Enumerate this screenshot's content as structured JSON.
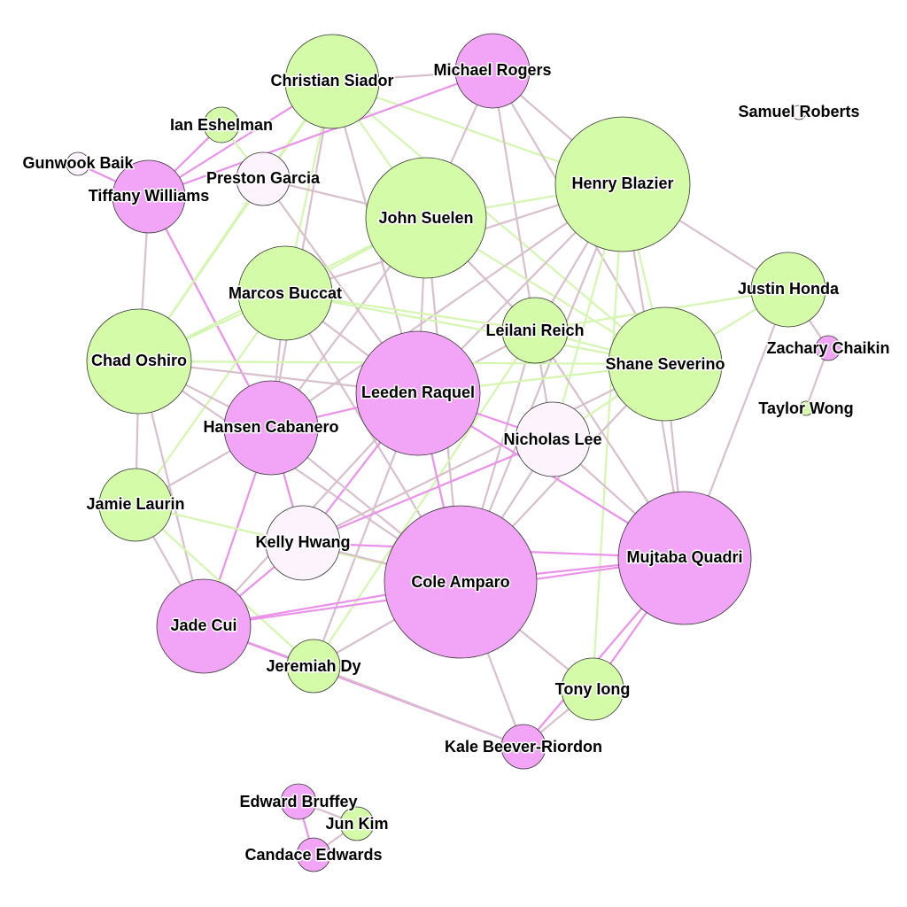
{
  "colors": {
    "pink": "#f2a5f7",
    "green": "#d4fba8",
    "white": "#fdf3fd",
    "edge_mauve": "#d8bfcc",
    "edge_pink": "#ea91ea",
    "edge_green": "#d4f6b0"
  },
  "nodes": [
    {
      "id": "christian",
      "label": "Christian Siador",
      "color": "green"
    },
    {
      "id": "michael",
      "label": "Michael Rogers",
      "color": "pink"
    },
    {
      "id": "samuel",
      "label": "Samuel Roberts",
      "color": "white"
    },
    {
      "id": "ian",
      "label": "Ian Eshelman",
      "color": "green"
    },
    {
      "id": "gunwook",
      "label": "Gunwook Baik",
      "color": "white"
    },
    {
      "id": "preston",
      "label": "Preston Garcia",
      "color": "white"
    },
    {
      "id": "tiffany",
      "label": "Tiffany Williams",
      "color": "pink"
    },
    {
      "id": "john",
      "label": "John Suelen",
      "color": "green"
    },
    {
      "id": "henry",
      "label": "Henry Blazier",
      "color": "green"
    },
    {
      "id": "marcos",
      "label": "Marcos Buccat",
      "color": "green"
    },
    {
      "id": "justin",
      "label": "Justin Honda",
      "color": "green"
    },
    {
      "id": "leilani",
      "label": "Leilani Reich",
      "color": "green"
    },
    {
      "id": "chad",
      "label": "Chad Oshiro",
      "color": "green"
    },
    {
      "id": "zachary",
      "label": "Zachary Chaikin",
      "color": "pink"
    },
    {
      "id": "shane",
      "label": "Shane Severino",
      "color": "green"
    },
    {
      "id": "leeden",
      "label": "Leeden Raquel",
      "color": "pink"
    },
    {
      "id": "taylor",
      "label": "Taylor Wong",
      "color": "green"
    },
    {
      "id": "hansen",
      "label": "Hansen Cabanero",
      "color": "pink"
    },
    {
      "id": "nicholas",
      "label": "Nicholas Lee",
      "color": "white"
    },
    {
      "id": "jamie",
      "label": "Jamie Laurin",
      "color": "green"
    },
    {
      "id": "kelly",
      "label": "Kelly Hwang",
      "color": "white"
    },
    {
      "id": "mujtaba",
      "label": "Mujtaba Quadri",
      "color": "pink"
    },
    {
      "id": "cole",
      "label": "Cole Amparo",
      "color": "pink"
    },
    {
      "id": "jade",
      "label": "Jade Cui",
      "color": "pink"
    },
    {
      "id": "jeremiah",
      "label": "Jeremiah Dy",
      "color": "green"
    },
    {
      "id": "tony",
      "label": "Tony Iong",
      "color": "green"
    },
    {
      "id": "kale",
      "label": "Kale Beever-Riordon",
      "color": "pink"
    },
    {
      "id": "edward",
      "label": "Edward Bruffey",
      "color": "pink"
    },
    {
      "id": "junkim",
      "label": "Jun Kim",
      "color": "green"
    },
    {
      "id": "candace",
      "label": "Candace Edwards",
      "color": "pink"
    }
  ],
  "edges": [
    {
      "from": "christian",
      "to": "michael",
      "color": "edge_mauve"
    },
    {
      "from": "christian",
      "to": "john",
      "color": "edge_green"
    },
    {
      "from": "christian",
      "to": "henry",
      "color": "edge_green"
    },
    {
      "from": "christian",
      "to": "marcos",
      "color": "edge_green"
    },
    {
      "from": "christian",
      "to": "leeden",
      "color": "edge_mauve"
    },
    {
      "from": "christian",
      "to": "tiffany",
      "color": "edge_pink"
    },
    {
      "from": "christian",
      "to": "preston",
      "color": "edge_green"
    },
    {
      "from": "christian",
      "to": "chad",
      "color": "edge_green"
    },
    {
      "from": "christian",
      "to": "shane",
      "color": "edge_green"
    },
    {
      "from": "christian",
      "to": "hansen",
      "color": "edge_mauve"
    },
    {
      "from": "michael",
      "to": "tiffany",
      "color": "edge_pink"
    },
    {
      "from": "michael",
      "to": "henry",
      "color": "edge_mauve"
    },
    {
      "from": "michael",
      "to": "john",
      "color": "edge_mauve"
    },
    {
      "from": "michael",
      "to": "shane",
      "color": "edge_mauve"
    },
    {
      "from": "michael",
      "to": "leilani",
      "color": "edge_mauve"
    },
    {
      "from": "ian",
      "to": "preston",
      "color": "edge_green"
    },
    {
      "from": "ian",
      "to": "tiffany",
      "color": "edge_pink"
    },
    {
      "from": "gunwook",
      "to": "tiffany",
      "color": "edge_pink"
    },
    {
      "from": "tiffany",
      "to": "chad",
      "color": "edge_mauve"
    },
    {
      "from": "tiffany",
      "to": "hansen",
      "color": "edge_pink"
    },
    {
      "from": "preston",
      "to": "john",
      "color": "edge_mauve"
    },
    {
      "from": "preston",
      "to": "chad",
      "color": "edge_green"
    },
    {
      "from": "preston",
      "to": "leeden",
      "color": "edge_mauve"
    },
    {
      "from": "john",
      "to": "henry",
      "color": "edge_green"
    },
    {
      "from": "john",
      "to": "marcos",
      "color": "edge_green"
    },
    {
      "from": "john",
      "to": "chad",
      "color": "edge_green"
    },
    {
      "from": "john",
      "to": "leeden",
      "color": "edge_mauve"
    },
    {
      "from": "john",
      "to": "shane",
      "color": "edge_green"
    },
    {
      "from": "john",
      "to": "leilani",
      "color": "edge_mauve"
    },
    {
      "from": "john",
      "to": "hansen",
      "color": "edge_mauve"
    },
    {
      "from": "john",
      "to": "cole",
      "color": "edge_mauve"
    },
    {
      "from": "henry",
      "to": "justin",
      "color": "edge_mauve"
    },
    {
      "from": "henry",
      "to": "shane",
      "color": "edge_green"
    },
    {
      "from": "henry",
      "to": "leilani",
      "color": "edge_mauve"
    },
    {
      "from": "henry",
      "to": "leeden",
      "color": "edge_mauve"
    },
    {
      "from": "henry",
      "to": "nicholas",
      "color": "edge_green"
    },
    {
      "from": "henry",
      "to": "cole",
      "color": "edge_mauve"
    },
    {
      "from": "henry",
      "to": "mujtaba",
      "color": "edge_mauve"
    },
    {
      "from": "henry",
      "to": "tony",
      "color": "edge_green"
    },
    {
      "from": "henry",
      "to": "marcos",
      "color": "edge_mauve"
    },
    {
      "from": "henry",
      "to": "hansen",
      "color": "edge_mauve"
    },
    {
      "from": "marcos",
      "to": "chad",
      "color": "edge_green"
    },
    {
      "from": "marcos",
      "to": "leilani",
      "color": "edge_green"
    },
    {
      "from": "marcos",
      "to": "leeden",
      "color": "edge_mauve"
    },
    {
      "from": "marcos",
      "to": "hansen",
      "color": "edge_mauve"
    },
    {
      "from": "marcos",
      "to": "jamie",
      "color": "edge_green"
    },
    {
      "from": "marcos",
      "to": "cole",
      "color": "edge_mauve"
    },
    {
      "from": "marcos",
      "to": "shane",
      "color": "edge_green"
    },
    {
      "from": "justin",
      "to": "shane",
      "color": "edge_green"
    },
    {
      "from": "justin",
      "to": "zachary",
      "color": "edge_mauve"
    },
    {
      "from": "justin",
      "to": "leilani",
      "color": "edge_green"
    },
    {
      "from": "justin",
      "to": "mujtaba",
      "color": "edge_mauve"
    },
    {
      "from": "zachary",
      "to": "taylor",
      "color": "edge_mauve"
    },
    {
      "from": "leilani",
      "to": "shane",
      "color": "edge_green"
    },
    {
      "from": "leilani",
      "to": "leeden",
      "color": "edge_mauve"
    },
    {
      "from": "leilani",
      "to": "nicholas",
      "color": "edge_mauve"
    },
    {
      "from": "leilani",
      "to": "cole",
      "color": "edge_mauve"
    },
    {
      "from": "leilani",
      "to": "jeremiah",
      "color": "edge_green"
    },
    {
      "from": "leilani",
      "to": "mujtaba",
      "color": "edge_mauve"
    },
    {
      "from": "chad",
      "to": "leeden",
      "color": "edge_mauve"
    },
    {
      "from": "chad",
      "to": "shane",
      "color": "edge_green"
    },
    {
      "from": "chad",
      "to": "hansen",
      "color": "edge_mauve"
    },
    {
      "from": "chad",
      "to": "jamie",
      "color": "edge_mauve"
    },
    {
      "from": "chad",
      "to": "jade",
      "color": "edge_mauve"
    },
    {
      "from": "chad",
      "to": "cole",
      "color": "edge_mauve"
    },
    {
      "from": "shane",
      "to": "leeden",
      "color": "edge_green"
    },
    {
      "from": "shane",
      "to": "nicholas",
      "color": "edge_green"
    },
    {
      "from": "shane",
      "to": "mujtaba",
      "color": "edge_mauve"
    },
    {
      "from": "shane",
      "to": "cole",
      "color": "edge_mauve"
    },
    {
      "from": "shane",
      "to": "kelly",
      "color": "edge_mauve"
    },
    {
      "from": "leeden",
      "to": "hansen",
      "color": "edge_pink"
    },
    {
      "from": "leeden",
      "to": "nicholas",
      "color": "edge_pink"
    },
    {
      "from": "leeden",
      "to": "cole",
      "color": "edge_pink"
    },
    {
      "from": "leeden",
      "to": "mujtaba",
      "color": "edge_pink"
    },
    {
      "from": "leeden",
      "to": "kelly",
      "color": "edge_pink"
    },
    {
      "from": "leeden",
      "to": "jade",
      "color": "edge_mauve"
    },
    {
      "from": "leeden",
      "to": "jeremiah",
      "color": "edge_mauve"
    },
    {
      "from": "hansen",
      "to": "kelly",
      "color": "edge_pink"
    },
    {
      "from": "hansen",
      "to": "jade",
      "color": "edge_pink"
    },
    {
      "from": "hansen",
      "to": "cole",
      "color": "edge_mauve"
    },
    {
      "from": "hansen",
      "to": "jamie",
      "color": "edge_mauve"
    },
    {
      "from": "nicholas",
      "to": "cole",
      "color": "edge_mauve"
    },
    {
      "from": "nicholas",
      "to": "mujtaba",
      "color": "edge_mauve"
    },
    {
      "from": "nicholas",
      "to": "kelly",
      "color": "edge_pink"
    },
    {
      "from": "jamie",
      "to": "cole",
      "color": "edge_green"
    },
    {
      "from": "jamie",
      "to": "jade",
      "color": "edge_mauve"
    },
    {
      "from": "jamie",
      "to": "jeremiah",
      "color": "edge_green"
    },
    {
      "from": "kelly",
      "to": "cole",
      "color": "edge_mauve"
    },
    {
      "from": "kelly",
      "to": "jade",
      "color": "edge_pink"
    },
    {
      "from": "kelly",
      "to": "mujtaba",
      "color": "edge_pink"
    },
    {
      "from": "cole",
      "to": "mujtaba",
      "color": "edge_pink"
    },
    {
      "from": "cole",
      "to": "jade",
      "color": "edge_pink"
    },
    {
      "from": "cole",
      "to": "jeremiah",
      "color": "edge_mauve"
    },
    {
      "from": "cole",
      "to": "tony",
      "color": "edge_mauve"
    },
    {
      "from": "cole",
      "to": "kale",
      "color": "edge_mauve"
    },
    {
      "from": "mujtaba",
      "to": "jade",
      "color": "edge_pink"
    },
    {
      "from": "mujtaba",
      "to": "tony",
      "color": "edge_pink"
    },
    {
      "from": "mujtaba",
      "to": "kale",
      "color": "edge_pink"
    },
    {
      "from": "jade",
      "to": "jeremiah",
      "color": "edge_mauve"
    },
    {
      "from": "jade",
      "to": "kale",
      "color": "edge_pink"
    },
    {
      "from": "jeremiah",
      "to": "kale",
      "color": "edge_mauve"
    },
    {
      "from": "tony",
      "to": "kale",
      "color": "edge_mauve"
    },
    {
      "from": "edward",
      "to": "junkim",
      "color": "edge_mauve"
    },
    {
      "from": "edward",
      "to": "candace",
      "color": "edge_pink"
    },
    {
      "from": "junkim",
      "to": "candace",
      "color": "edge_mauve"
    }
  ]
}
